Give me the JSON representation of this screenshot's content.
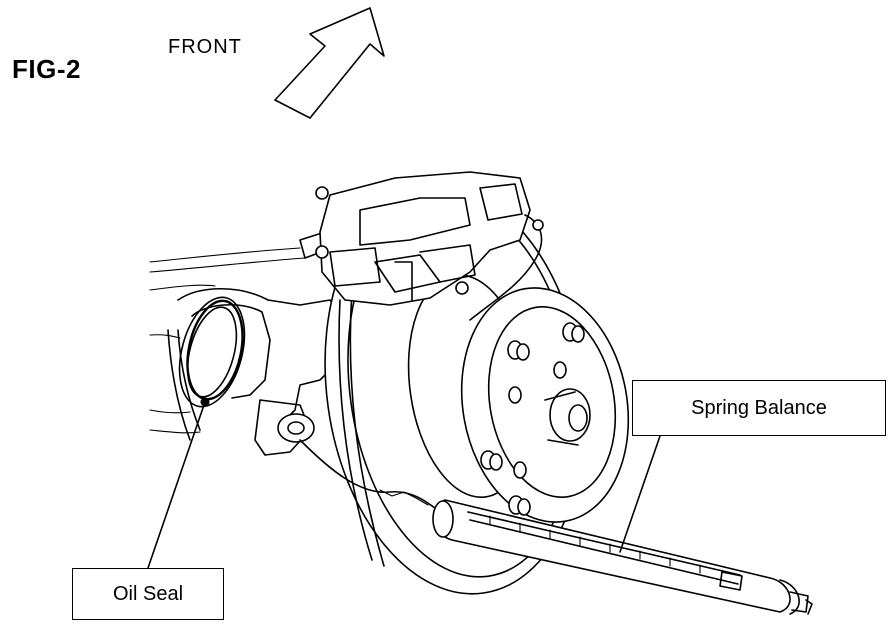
{
  "figure": {
    "label": "FIG-2"
  },
  "direction": {
    "label": "FRONT",
    "arrow_icon": "up-right-arrow-icon"
  },
  "callouts": {
    "oil_seal": "Oil Seal",
    "spring_balance": "Spring Balance"
  },
  "illustration": {
    "subject_icon": "brake-rotor-hub-assembly-icon"
  },
  "colors": {
    "ink": "#000000",
    "paper": "#ffffff"
  }
}
